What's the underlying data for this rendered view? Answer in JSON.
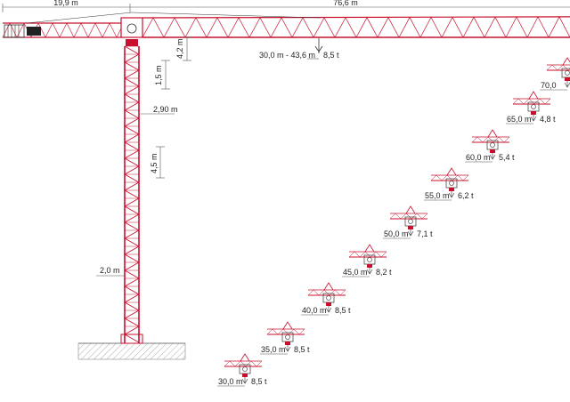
{
  "top_dimensions": {
    "counter_jib_length": "19,9 m",
    "jib_length": "76,6 m"
  },
  "tower_dimensions": {
    "cathead_height": "4,2 m",
    "top_section_height": "1,5 m",
    "upper_width": "2,90 m",
    "section_height": "4,5 m",
    "mast_width": "2,0 m"
  },
  "main_load": {
    "radius": "30,0 m - 43,6 m",
    "capacity": "8,5 t"
  },
  "jib_configurations": [
    {
      "radius": "30,0 m",
      "capacity": "8,5 t"
    },
    {
      "radius": "35,0 m",
      "capacity": "8,5 t"
    },
    {
      "radius": "40,0 m",
      "capacity": "8,5 t"
    },
    {
      "radius": "45,0 m",
      "capacity": "8,2 t"
    },
    {
      "radius": "50,0 m",
      "capacity": "7,1 t"
    },
    {
      "radius": "55,0 m",
      "capacity": "6,2 t"
    },
    {
      "radius": "60,0 m",
      "capacity": "5,4 t"
    },
    {
      "radius": "65,0 m",
      "capacity": "4,8 t"
    },
    {
      "radius": "70,0",
      "capacity": ""
    }
  ],
  "colors": {
    "structure": "#c8102e",
    "dimension_line": "#555555",
    "ground_hatch": "#888888"
  }
}
